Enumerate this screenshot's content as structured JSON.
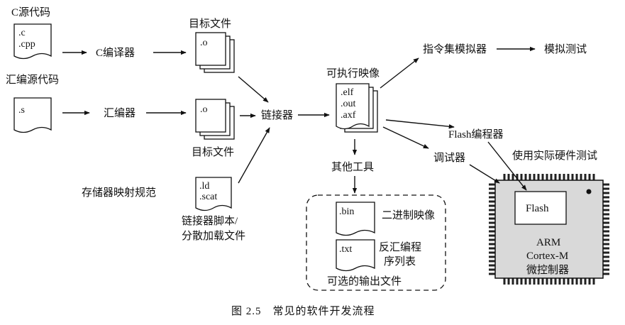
{
  "sources": {
    "c_title": "C源代码",
    "c_file": [
      ".c",
      ".cpp"
    ],
    "asm_title": "汇编源代码",
    "asm_file": [
      ".s"
    ]
  },
  "tools": {
    "c_compiler": "C编译器",
    "assembler": "汇编器",
    "linker": "链接器",
    "other_tools": "其他工具",
    "isa_simulator": "指令集模拟器",
    "sim_test": "模拟测试",
    "flash_programmer": "Flash编程器",
    "debugger": "调试器",
    "hw_test": "使用实际硬件测试"
  },
  "objects": {
    "top_label": "目标文件",
    "top_file": ".o",
    "bottom_label": "目标文件",
    "bottom_file": ".o"
  },
  "memory_map": {
    "label": "存储器映射规范",
    "file": [
      ".ld",
      ".scat"
    ],
    "caption": [
      "链接器脚本/",
      "分散加载文件"
    ]
  },
  "executable": {
    "label": "可执行映像",
    "file": [
      ".elf",
      ".out",
      ".axf"
    ]
  },
  "optional_outputs": {
    "bin_file": ".bin",
    "bin_label": "二进制映像",
    "txt_file": ".txt",
    "txt_label": [
      "反汇编程",
      "序列表"
    ],
    "group_label": "可选的输出文件"
  },
  "chip": {
    "flash": "Flash",
    "lines": [
      "ARM",
      "Cortex-M",
      "微控制器"
    ]
  },
  "caption": "图 2.5　常见的软件开发流程"
}
